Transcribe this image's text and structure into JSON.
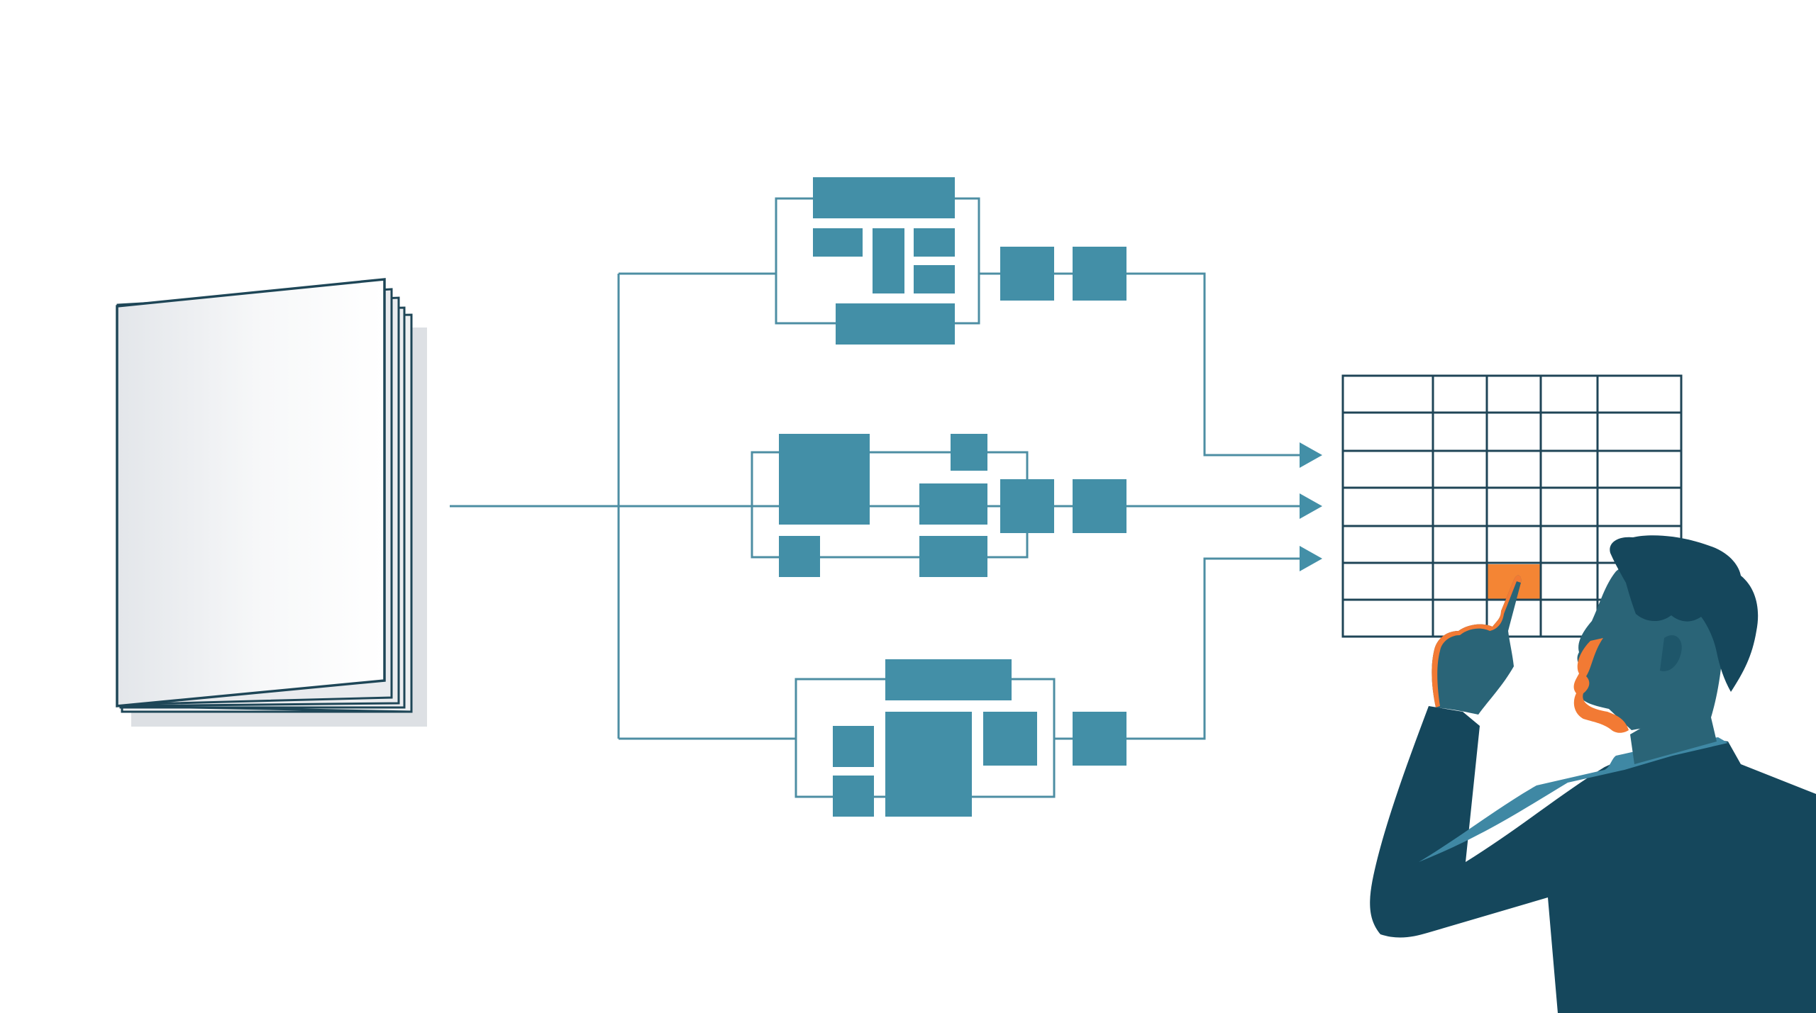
{
  "colors": {
    "background": "#ffffff",
    "teal_fill": "#438fa7",
    "line": "#4d8ea3",
    "dark_navy": "#15475c",
    "mid_teal": "#2a6477",
    "accent_orange": "#f27a34",
    "highlight_cell": "#f48534",
    "document_outline": "#1e4657",
    "document_shadow": "#dde0e4",
    "page_gray": "#e9ebee"
  },
  "icons": [
    "document-stack-icon",
    "pipeline-block-cluster-icon",
    "arrow-right-icon",
    "table-grid-icon",
    "person-pointing-icon"
  ],
  "grid": {
    "rows": 7,
    "columns": 5,
    "highlighted_cell": {
      "row": 6,
      "column": 3
    }
  },
  "pipelines": [
    {
      "name": "pipeline-top"
    },
    {
      "name": "pipeline-middle"
    },
    {
      "name": "pipeline-bottom"
    }
  ]
}
